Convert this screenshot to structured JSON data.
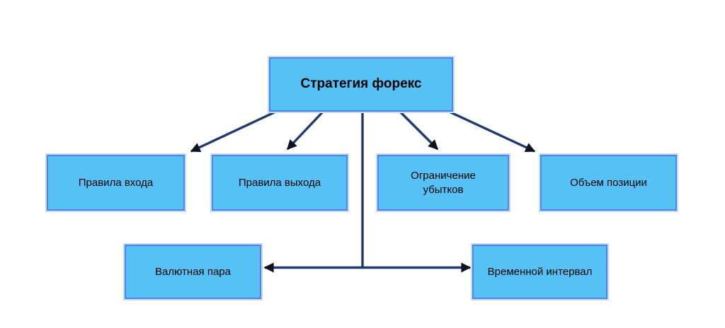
{
  "diagram": {
    "root": {
      "label": "Стратегия форекс"
    },
    "level1": [
      {
        "id": "entry-rules",
        "label": "Правила входа"
      },
      {
        "id": "exit-rules",
        "label": "Правила выхода"
      },
      {
        "id": "loss-limit",
        "label": "Ограничение убытков"
      },
      {
        "id": "position-size",
        "label": "Объем позиции"
      }
    ],
    "level2": [
      {
        "id": "currency-pair",
        "label": "Валютная пара"
      },
      {
        "id": "time-interval",
        "label": "Временной интервал"
      }
    ],
    "colors": {
      "node_fill": "#55c1f5",
      "node_border": "#4a86e8",
      "node_outer_glow": "#c9d7f8",
      "connector": "#1e3a6e",
      "arrowhead": "#10131f",
      "text": "#000000"
    }
  }
}
